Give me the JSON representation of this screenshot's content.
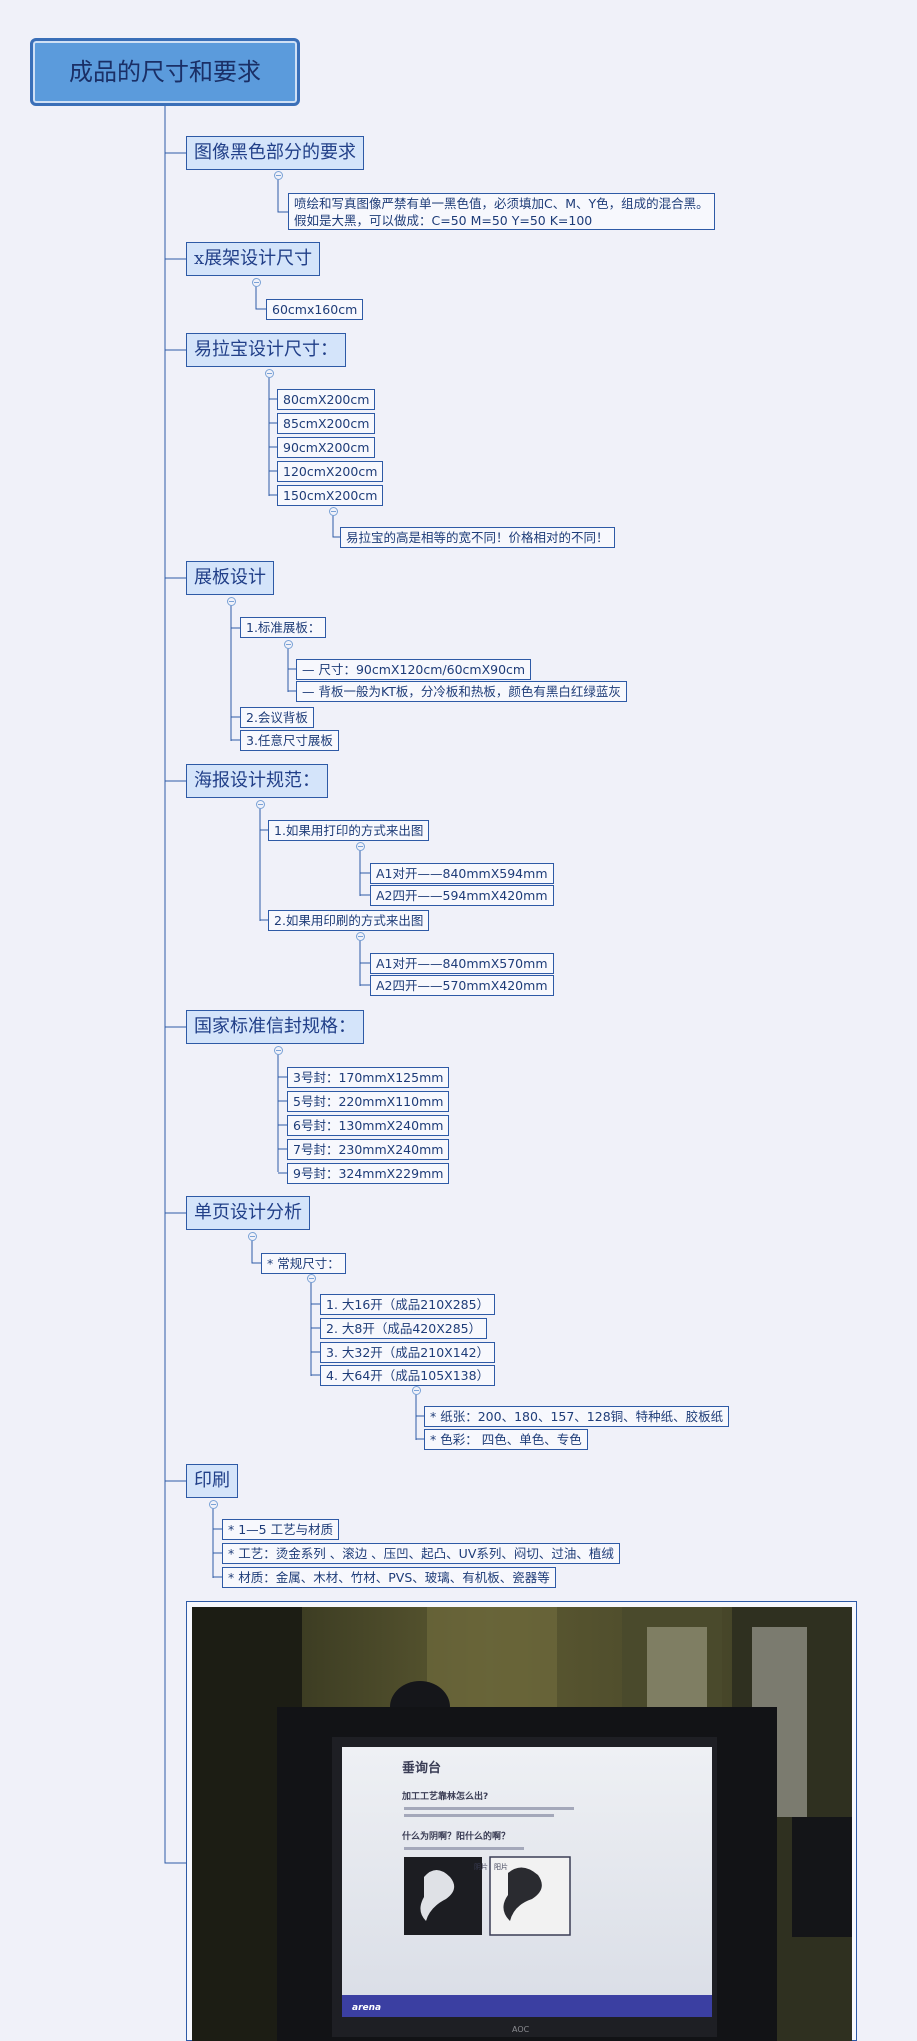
{
  "root": {
    "label": "成品的尺寸和要求"
  },
  "sections": {
    "s1": {
      "label": "图像黑色部分的要求",
      "note": [
        "喷绘和写真图像严禁有单一黑色值，必须填加C、M、Y色，组成的混合黑。",
        "假如是大黑，可以做成：C=50 M=50 Y=50 K=100"
      ]
    },
    "s2": {
      "label": "x展架设计尺寸",
      "items": [
        "60cmx160cm"
      ]
    },
    "s3": {
      "label": "易拉宝设计尺寸：",
      "items": [
        "80cmX200cm",
        "85cmX200cm",
        "90cmX200cm",
        "120cmX200cm",
        "150cmX200cm"
      ],
      "note": "易拉宝的高是相等的宽不同！价格相对的不同！"
    },
    "s4": {
      "label": "展板设计",
      "items": [
        "1.标准展板：",
        "2.会议背板",
        "3.任意尺寸展板"
      ],
      "sub": [
        "—  尺寸：90cmX120cm/60cmX90cm",
        "—  背板一般为KT板，分冷板和热板，颜色有黑白红绿蓝灰"
      ]
    },
    "s5": {
      "label": "海报设计规范：",
      "items": [
        "1.如果用打印的方式来出图",
        "2.如果用印刷的方式来出图"
      ],
      "print_sizes": [
        "A1对开——840mmX594mm",
        "A2四开——594mmX420mm"
      ],
      "press_sizes": [
        "A1对开——840mmX570mm",
        "A2四开——570mmX420mm"
      ]
    },
    "s6": {
      "label": "国家标准信封规格：",
      "items": [
        "3号封：170mmX125mm",
        "5号封：220mmX110mm",
        "6号封：130mmX240mm",
        "7号封：230mmX240mm",
        "9号封：324mmX229mm"
      ]
    },
    "s7": {
      "label": "单页设计分析",
      "item": "*  常规尺寸：",
      "sizes": [
        "1. 大16开（成品210X285）",
        "2. 大8开（成品420X285）",
        "3. 大32开（成品210X142）",
        "4. 大64开（成品105X138）"
      ],
      "extra": [
        "* 纸张：200、180、157、128铜、特种纸、胶板纸",
        "* 色彩：  四色、单色、专色"
      ]
    },
    "s8": {
      "label": "印刷",
      "items": [
        "*  1—5 工艺与材质",
        "*  工艺：烫金系列 、滚边 、压凹、起凸、UV系列、闷切、过油、植绒",
        "*  材质：金属、木材、竹材、PVS、玻璃、有机板、瓷器等"
      ]
    }
  },
  "photo": {
    "slide_title": "垂询台",
    "slide_heading1": "加工工艺靠林怎么出?",
    "slide_heading2": "什么为阴啊？阳什么的啊？",
    "img_label_left": "阴片",
    "img_label_right": "阳片",
    "monitor_brand": "AOC",
    "slide_logo": "arena"
  }
}
